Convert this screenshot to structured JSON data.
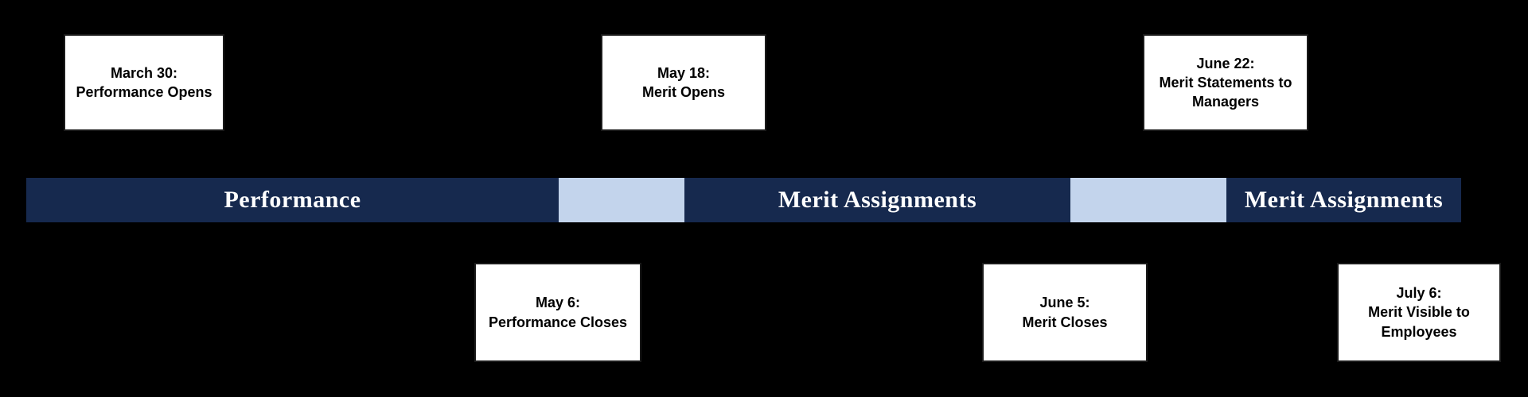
{
  "colors": {
    "background": "#000000",
    "navy": "#16294e",
    "light_blue": "#c3d4ec",
    "box_background": "#ffffff",
    "box_text": "#000000",
    "bar_text": "#ffffff"
  },
  "bar": {
    "segments": [
      {
        "label": "Performance",
        "type": "phase"
      },
      {
        "label": "",
        "type": "gap"
      },
      {
        "label": "Merit Assignments",
        "type": "phase"
      },
      {
        "label": "",
        "type": "gap"
      },
      {
        "label": "Merit Assignments",
        "type": "phase"
      }
    ]
  },
  "milestones": {
    "top": [
      {
        "date": "March 30:",
        "label": "Performance Opens"
      },
      {
        "date": "May 18:",
        "label": "Merit Opens"
      },
      {
        "date": "June 22:",
        "label": "Merit Statements to Managers"
      }
    ],
    "bottom": [
      {
        "date": "May 6:",
        "label": "Performance Closes"
      },
      {
        "date": "June 5:",
        "label": "Merit Closes"
      },
      {
        "date": "July 6:",
        "label": "Merit Visible to Employees"
      }
    ]
  }
}
